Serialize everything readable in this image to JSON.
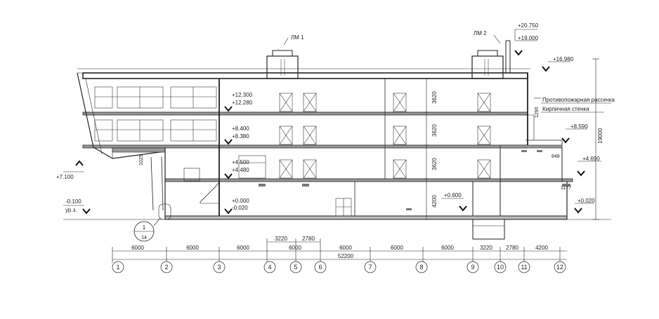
{
  "drawing": {
    "ventilation_labels": [
      "ЛМ 1",
      "ЛМ 2"
    ],
    "level_marks_right": [
      "+20.750",
      "+19.000",
      "+16.980",
      "+8.590",
      "+4.690",
      "+0.020",
      "+0.600"
    ],
    "level_marks_mid": [
      "+12.300",
      "+12.280",
      "+8.400",
      "+8.380",
      "+4.500",
      "+4.480",
      "+0.000",
      "-0.020"
    ],
    "level_marks_left": [
      "+7.100",
      "-0.100",
      "ур.з."
    ],
    "floor_heights": [
      "3620",
      "3620",
      "3620",
      "4200"
    ],
    "overall_height": "19000",
    "notes": {
      "firebreak": "Противопожарная рассечка",
      "brick_wall": "Кирпичная стенка"
    },
    "small_dims": [
      "1290",
      "1025",
      "848",
      "1177"
    ],
    "section_marker": {
      "number": "1",
      "sheet": "14"
    },
    "spans": [
      "6000",
      "6000",
      "6000",
      "6000",
      "6000",
      "6000",
      "6000",
      "3220",
      "2780",
      "4200"
    ],
    "sub_spans": [
      "3220",
      "2780"
    ],
    "total_length": "52200",
    "axes": [
      "1",
      "2",
      "3",
      "4",
      "5",
      "6",
      "7",
      "8",
      "9",
      "10",
      "11",
      "12"
    ]
  }
}
